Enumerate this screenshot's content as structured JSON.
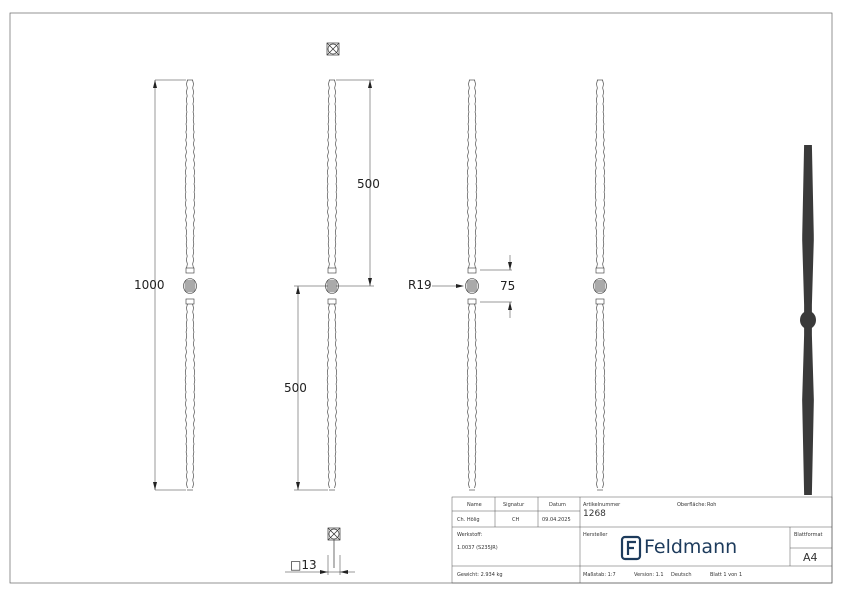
{
  "drawing": {
    "dimensions": {
      "total_height": "1000",
      "upper_half": "500",
      "lower_half": "500",
      "ball_radius": "R19",
      "collar_height": "75",
      "square_section": "□13"
    }
  },
  "title_block": {
    "name_label": "Name",
    "signature_label": "Signatur",
    "date_label": "Datum",
    "name_value": "Ch. Hölig",
    "signature_value": "CH",
    "date_value": "09.04.2025",
    "article_label": "Artikelnummer",
    "article_value": "1268",
    "surface_label": "Oberfläche:",
    "surface_value": "Roh",
    "material_label": "Werkstoff:",
    "material_value": "1.0037 (S235JR)",
    "manufacturer_label": "Hersteller",
    "logo_text": "Feldmann",
    "format_label": "Blattformat",
    "format_value": "A4",
    "weight": "Gewicht: 2.934 kg",
    "scale": "Maßstab: 1:7",
    "version": "Version: 1.1",
    "language": "Deutsch",
    "sheet": "Blatt 1 von 1"
  },
  "colors": {
    "line": "#333333",
    "logo": "#1d3b5c",
    "render": "#3a3a3a"
  }
}
